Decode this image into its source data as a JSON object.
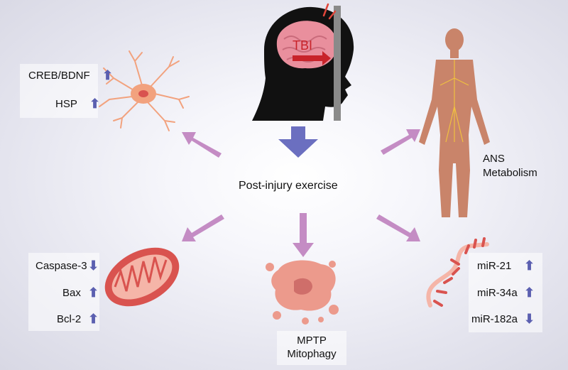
{
  "center": {
    "label": "Post-injury exercise"
  },
  "head": {
    "tbi_label": "TBI"
  },
  "neuron_markers": [
    {
      "name": "CREB/BDNF",
      "direction": "up",
      "arrow": "⬆"
    },
    {
      "name": "HSP",
      "direction": "up",
      "arrow": "⬆"
    }
  ],
  "body_labels": {
    "line1": "ANS",
    "line2": "Metabolism"
  },
  "mito_markers": [
    {
      "name": "Caspase-3",
      "direction": "down",
      "arrow": "⬇"
    },
    {
      "name": "Bax",
      "direction": "up",
      "arrow": "⬆"
    },
    {
      "name": "Bcl-2",
      "direction": "up",
      "arrow": "⬆"
    }
  ],
  "mptp_labels": {
    "line1": "MPTP",
    "line2": "Mitophagy"
  },
  "mirna_markers": [
    {
      "name": "miR-21",
      "direction": "up",
      "arrow": "⬆"
    },
    {
      "name": "miR-34a",
      "direction": "up",
      "arrow": "⬆"
    },
    {
      "name": "miR-182a",
      "direction": "down",
      "arrow": "⬇"
    }
  ],
  "colors": {
    "arrow_purple": "#c48cc4",
    "main_arrow": "#6b6fc0",
    "marker_arrow": "#5b5fb0",
    "brain_pink": "#e98f9d",
    "tbi_red": "#c8232a",
    "neuron": "#f2a27e",
    "mito": "#d9534f",
    "rna": "#e07a7a",
    "body": "#c9846a"
  }
}
